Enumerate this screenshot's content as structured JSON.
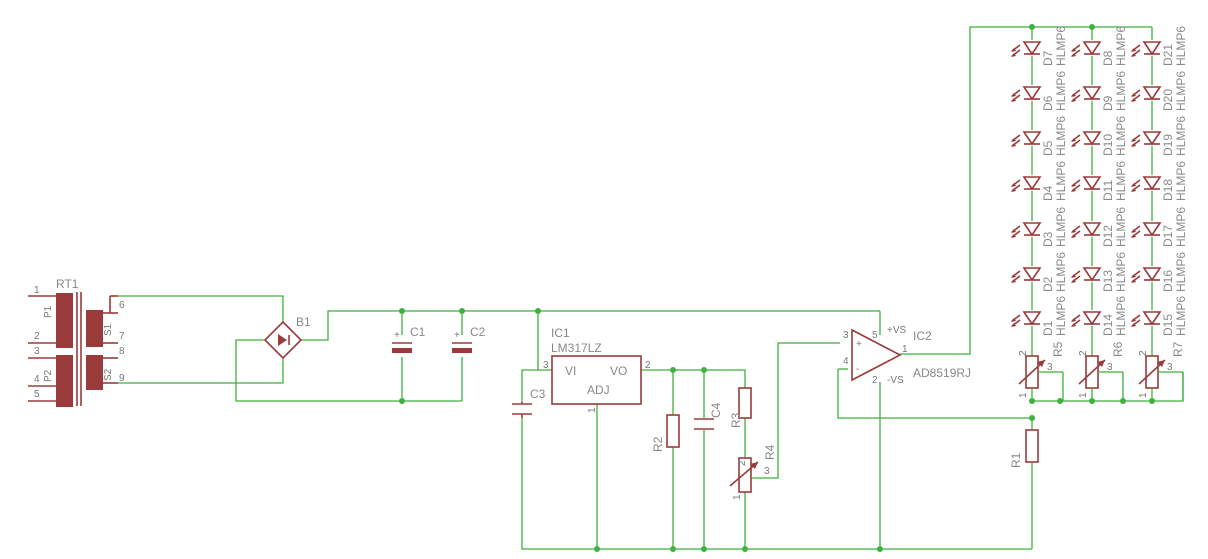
{
  "schematic": {
    "transformer": {
      "name": "RT1",
      "pins": [
        "1",
        "2",
        "3",
        "4",
        "5",
        "6",
        "7",
        "8",
        "9"
      ],
      "windings": [
        "P1",
        "P2",
        "S1",
        "S2"
      ]
    },
    "bridge": {
      "name": "B1"
    },
    "caps": {
      "c1": "C1",
      "c2": "C2",
      "c3": "C3",
      "c4": "C4",
      "plus": "+"
    },
    "regulator": {
      "name": "IC1",
      "value": "LM317LZ",
      "vi": "VI",
      "vo": "VO",
      "adj": "ADJ",
      "pin1": "1",
      "pin2": "2",
      "pin3": "3"
    },
    "opamp": {
      "name": "IC2",
      "value": "AD8519RJ",
      "pos_supply": "+VS",
      "neg_supply": "-VS",
      "plus": "+",
      "minus": "-",
      "pin1": "1",
      "pin2": "2",
      "pin3": "3",
      "pin4": "4",
      "pin5": "5"
    },
    "resistors": {
      "r1": "R1",
      "r2": "R2",
      "r3": "R3"
    },
    "pots": [
      {
        "name": "R4",
        "pin1": "1",
        "pin2": "2",
        "pin3": "3"
      },
      {
        "name": "R5",
        "pin1": "1",
        "pin2": "2",
        "pin3": "3"
      },
      {
        "name": "R6",
        "pin1": "1",
        "pin2": "2",
        "pin3": "3"
      },
      {
        "name": "R7",
        "pin1": "1",
        "pin2": "2",
        "pin3": "3"
      }
    ],
    "led_columns": [
      {
        "labels": [
          "D7",
          "D6",
          "D5",
          "D4",
          "D3",
          "D2",
          "D1"
        ]
      },
      {
        "labels": [
          "D8",
          "D9",
          "D10",
          "D11",
          "D12",
          "D13",
          "D14"
        ]
      },
      {
        "labels": [
          "D21",
          "D20",
          "D19",
          "D18",
          "D17",
          "D16",
          "D15"
        ]
      }
    ],
    "led_value": "HLMP6"
  }
}
